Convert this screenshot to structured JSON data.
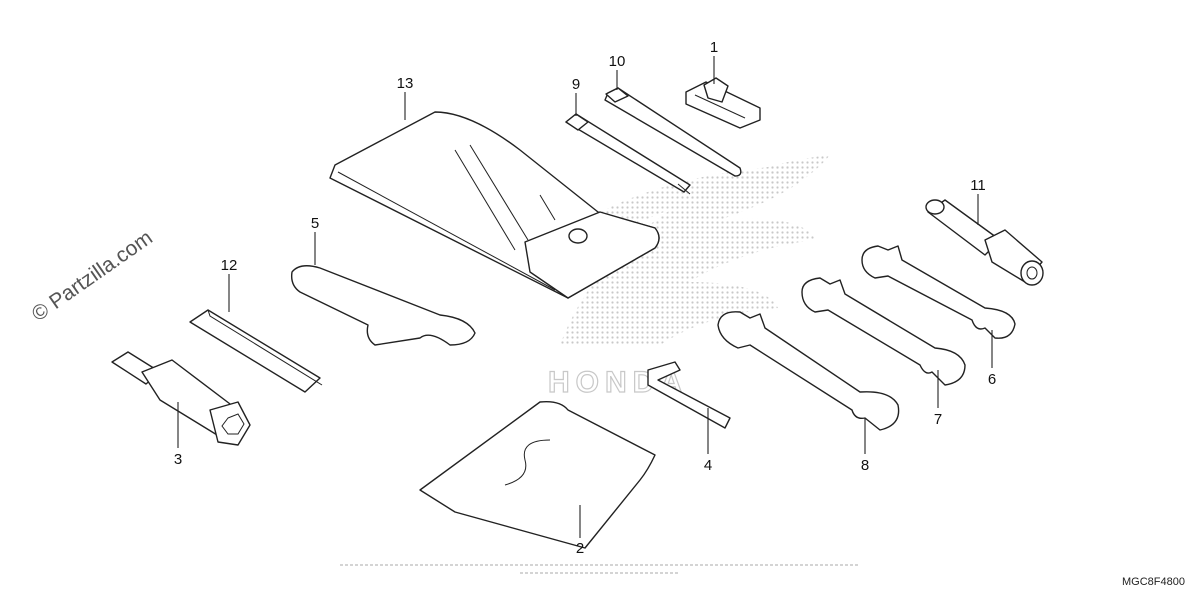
{
  "watermark": "© Partzilla.com",
  "diagram_code": "MGC8F4800",
  "brand_watermark": "HONDA",
  "callouts": [
    "1",
    "2",
    "3",
    "4",
    "5",
    "6",
    "7",
    "8",
    "9",
    "10",
    "11",
    "12",
    "13"
  ],
  "colors": {
    "line": "#222222",
    "background": "#ffffff",
    "wing_watermark": "#cccccc"
  }
}
